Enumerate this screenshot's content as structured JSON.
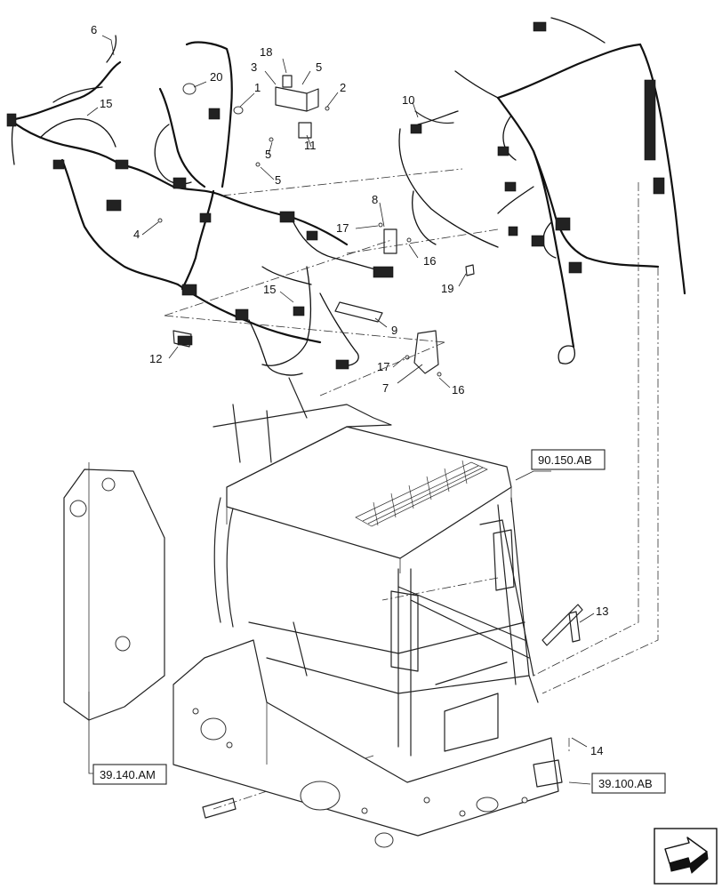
{
  "callouts": {
    "c1": "1",
    "c2": "2",
    "c3": "3",
    "c4": "4",
    "c5a": "5",
    "c5b": "5",
    "c5c": "5",
    "c6": "6",
    "c7": "7",
    "c8": "8",
    "c9": "9",
    "c10": "10",
    "c11": "11",
    "c12": "12",
    "c13": "13",
    "c14": "14",
    "c15a": "15",
    "c15b": "15",
    "c16a": "16",
    "c16b": "16",
    "c17a": "17",
    "c17b": "17",
    "c18": "18",
    "c19": "19",
    "c20": "20"
  },
  "references": {
    "cab": "90.150.AB",
    "left_panel": "39.140.AM",
    "frame": "39.100.AB"
  },
  "nav": {
    "icon": "next-page-arrow-icon"
  }
}
